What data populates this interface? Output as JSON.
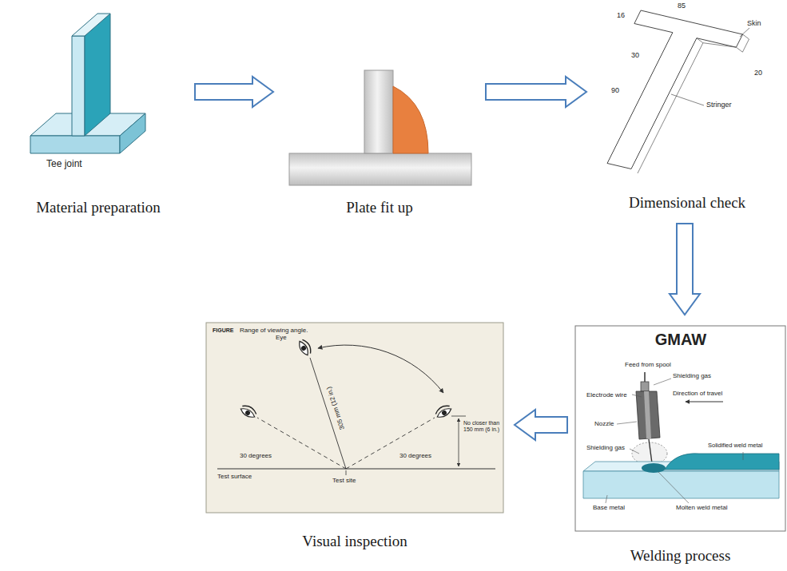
{
  "diagram": {
    "nodes": [
      {
        "text": [
          "Material preparation"
        ]
      },
      {
        "text": [
          "Plate fit up"
        ]
      },
      {
        "text": [
          "Dimensional check"
        ]
      },
      {
        "text": [
          "Welding process"
        ]
      },
      {
        "text": [
          "Visual inspection"
        ]
      }
    ],
    "edges": [
      {
        "from": 0,
        "to": 1,
        "arrow": "to"
      },
      {
        "from": 1,
        "to": 2,
        "arrow": "to"
      },
      {
        "from": 2,
        "to": 3,
        "arrow": "to"
      },
      {
        "from": 3,
        "to": 4,
        "arrow": "to"
      }
    ],
    "labels": [
      "Tee joint",
      "16",
      "85",
      "Skin",
      "30",
      "20",
      "90",
      "Stringer",
      "GMAW",
      "Feed from spool",
      "Shielding gas",
      "Electrode wire",
      "Direction of travel",
      "Nozzle",
      "Shielding gas",
      "Solidified weld metal",
      "Base metal",
      "Molten weld metal",
      "FIGURE",
      "Range of viewing angle.",
      "Eye",
      "305 mm (12 in.)",
      "No closer than 150 mm (6 in.)",
      "30 degrees",
      "30 degrees",
      "Test surface",
      "Test site"
    ]
  }
}
